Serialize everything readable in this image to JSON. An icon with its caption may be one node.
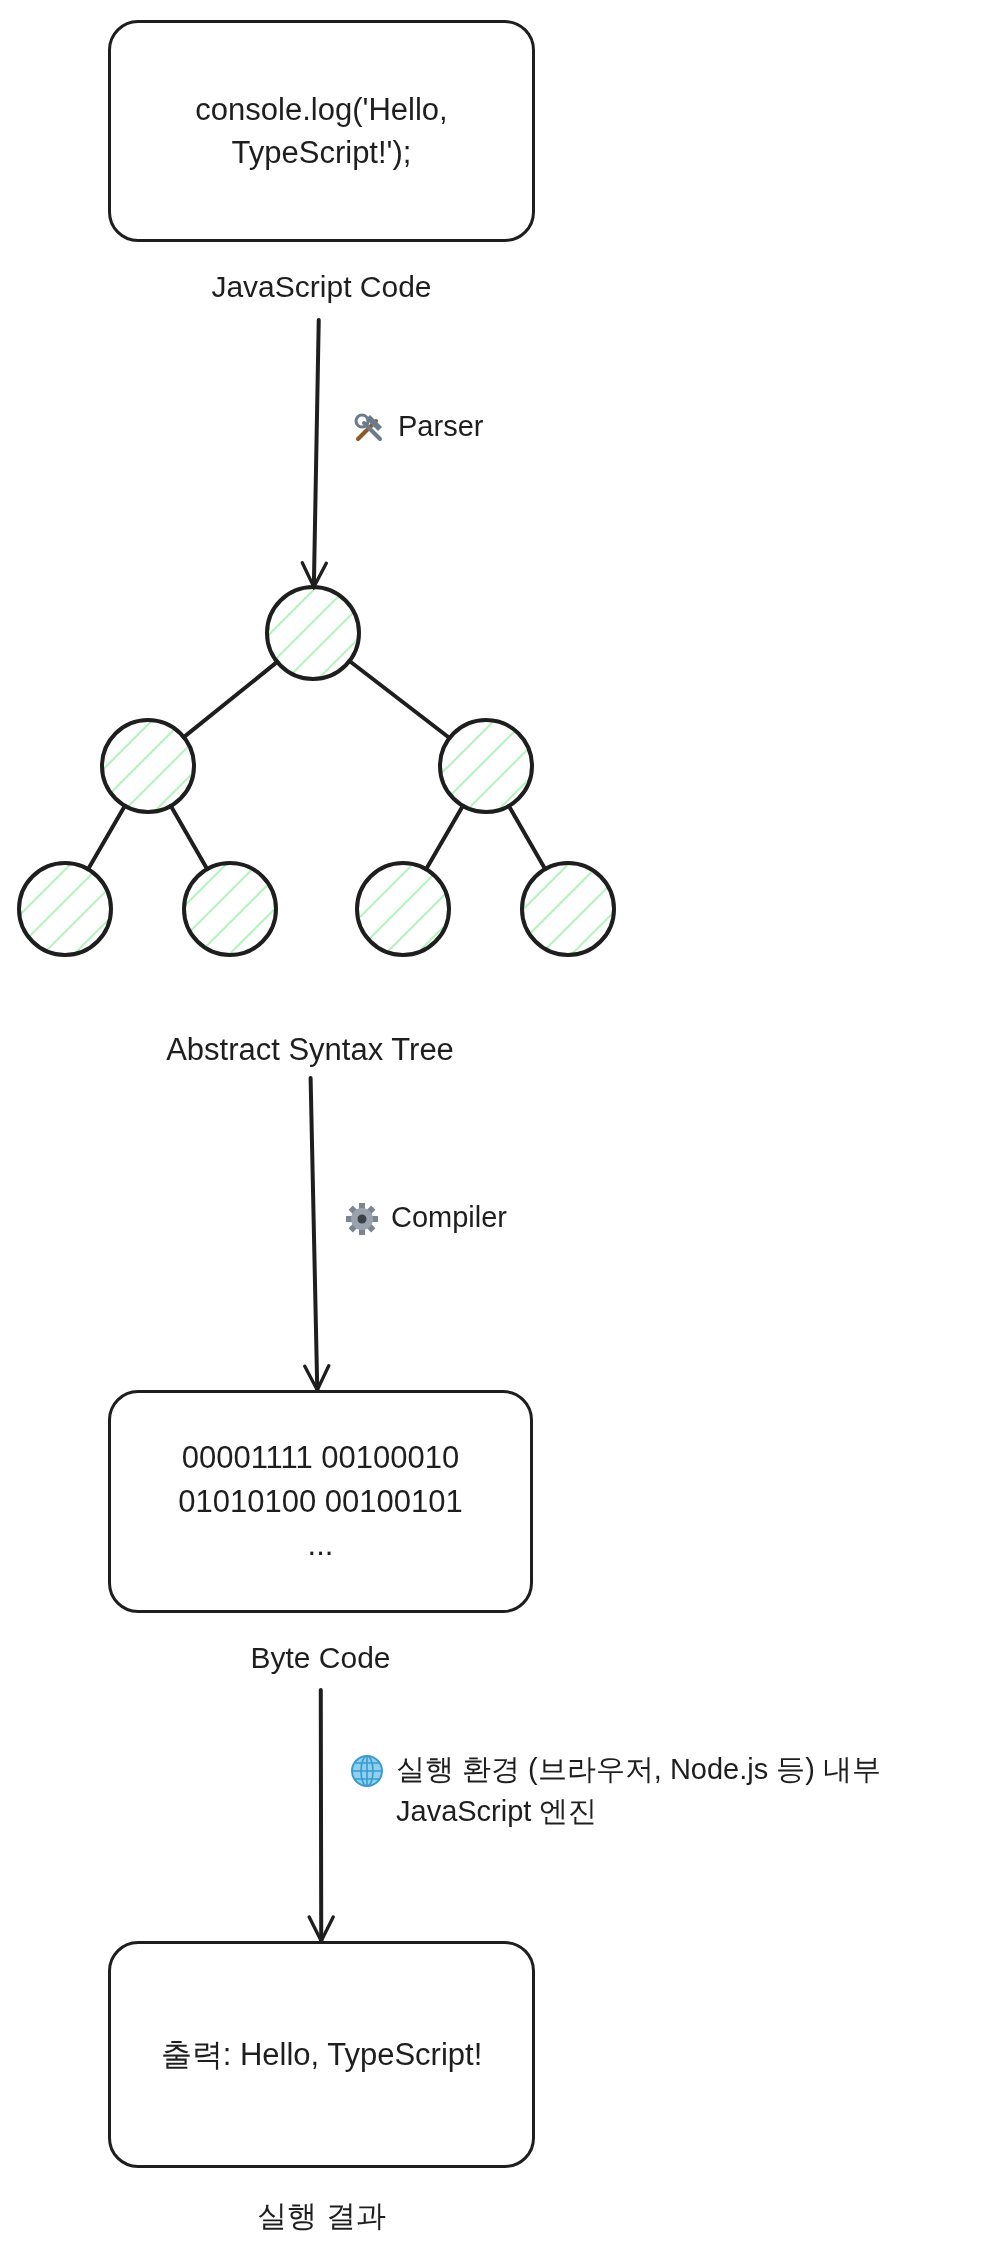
{
  "diagram": {
    "nodes": [
      {
        "text": [
          "console.log('Hello, TypeScript!');"
        ],
        "beside": [
          "JavaScript Code"
        ]
      },
      {
        "text": [],
        "shape": "circle"
      },
      {
        "text": [],
        "shape": "circle"
      },
      {
        "text": [],
        "shape": "circle"
      },
      {
        "text": [],
        "shape": "circle"
      },
      {
        "text": [],
        "shape": "circle"
      },
      {
        "text": [],
        "shape": "circle"
      },
      {
        "text": [],
        "shape": "circle"
      },
      {
        "text": [
          "Abstract Syntax Tree"
        ]
      },
      {
        "text": [
          "00001111 00100010 01010100 00100101",
          "..."
        ],
        "beside": [
          "Byte Code"
        ]
      },
      {
        "text": [
          "출력: Hello, TypeScript!"
        ],
        "beside": [
          "실행 결과"
        ]
      }
    ],
    "edges": [
      {
        "from": 0,
        "to": 1,
        "arrow": "to",
        "label": "Parser"
      },
      {
        "from": 1,
        "to": 2,
        "arrow": "none"
      },
      {
        "from": 1,
        "to": 3,
        "arrow": "none"
      },
      {
        "from": 2,
        "to": 4,
        "arrow": "none"
      },
      {
        "from": 2,
        "to": 5,
        "arrow": "none"
      },
      {
        "from": 3,
        "to": 6,
        "arrow": "none"
      },
      {
        "from": 3,
        "to": 7,
        "arrow": "none"
      },
      {
        "from": 8,
        "to": 9,
        "arrow": "to",
        "label": "Compiler"
      },
      {
        "from": 9,
        "to": 10,
        "arrow": "to",
        "label": "실행 환경 (브라우저, Node.js 등) 내부 JavaScript 엔진"
      }
    ]
  }
}
